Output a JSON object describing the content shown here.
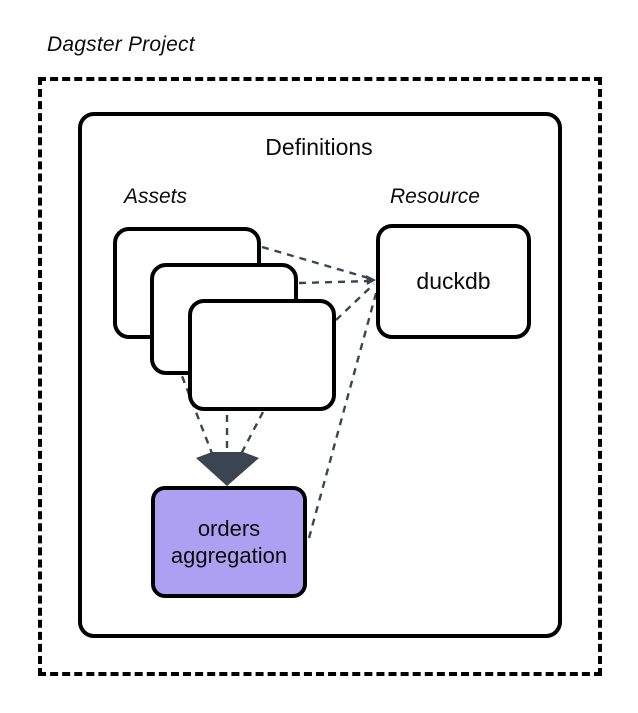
{
  "diagram": {
    "type": "architecture-block-diagram",
    "title": "Dagster Project",
    "background_color": "#ffffff",
    "outer_frame": {
      "label": "Dagster Project",
      "border_style": "dashed",
      "border_color": "#000000"
    },
    "definitions_container": {
      "label": "Definitions",
      "border_style": "solid",
      "border_color": "#000000"
    },
    "groups": [
      {
        "name": "assets-group",
        "label": "Assets",
        "style": "italic"
      },
      {
        "name": "resource-group",
        "label": "Resource",
        "style": "italic"
      }
    ],
    "nodes": [
      {
        "id": "asset-card-1",
        "label": "",
        "fill": "#ffffff",
        "stroke": "#000000",
        "group": "Assets"
      },
      {
        "id": "asset-card-2",
        "label": "",
        "fill": "#ffffff",
        "stroke": "#000000",
        "group": "Assets"
      },
      {
        "id": "asset-card-3",
        "label": "",
        "fill": "#ffffff",
        "stroke": "#000000",
        "group": "Assets"
      },
      {
        "id": "duckdb",
        "label": "duckdb",
        "fill": "#ffffff",
        "stroke": "#000000",
        "group": "Resource"
      },
      {
        "id": "orders-aggregation",
        "label_lines": [
          "orders",
          "aggregation"
        ],
        "fill": "#ada0f2",
        "stroke": "#000000",
        "group": "Assets"
      }
    ],
    "edges": [
      {
        "from": "asset-card-1",
        "to": "duckdb",
        "style": "dashed",
        "color": "#3b4552",
        "arrow": true
      },
      {
        "from": "asset-card-2",
        "to": "duckdb",
        "style": "dashed",
        "color": "#3b4552",
        "arrow": true
      },
      {
        "from": "asset-card-3",
        "to": "duckdb",
        "style": "dashed",
        "color": "#3b4552",
        "arrow": true
      },
      {
        "from": "orders-aggregation",
        "to": "duckdb",
        "style": "dashed",
        "color": "#3b4552",
        "arrow": true
      },
      {
        "from": "asset-card-1",
        "to": "orders-aggregation",
        "style": "dashed",
        "color": "#3b4552",
        "arrow": true
      },
      {
        "from": "asset-card-2",
        "to": "orders-aggregation",
        "style": "dashed",
        "color": "#3b4552",
        "arrow": true
      },
      {
        "from": "asset-card-3",
        "to": "orders-aggregation",
        "style": "dashed",
        "color": "#3b4552",
        "arrow": true
      }
    ],
    "labels": {
      "duckdb": "duckdb",
      "orders_line1": "orders",
      "orders_line2": "aggregation",
      "definitions": "Definitions",
      "assets": "Assets",
      "resource": "Resource",
      "project": "Dagster Project"
    },
    "colors": {
      "accent_purple": "#ada0f2",
      "edge_dark": "#3b4552",
      "stroke_black": "#000000"
    }
  }
}
